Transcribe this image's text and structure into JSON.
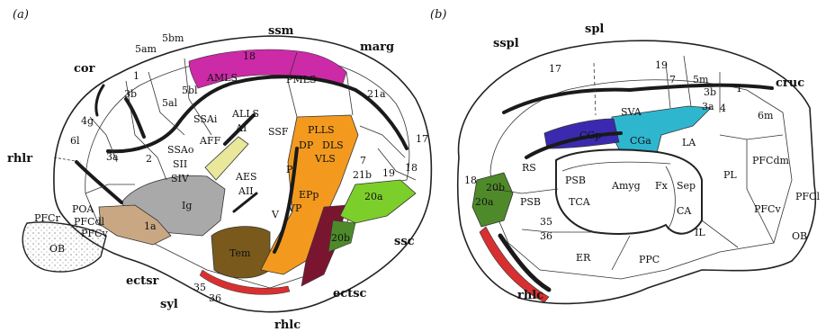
{
  "panels": {
    "a": "(a)",
    "b": "(b)"
  },
  "colors": {
    "magenta": "#cc2aa6",
    "gray": "#a9a9a9",
    "tan": "#c9a783",
    "brown": "#7a5a1c",
    "orange": "#f39a1e",
    "maroon": "#7a1530",
    "green": "#7ccf2a",
    "darkgreen": "#4f8a2a",
    "yellow": "#e8e79a",
    "cyan": "#2fb6cf",
    "indigo": "#3b2ab0",
    "red": "#d83030",
    "stipple": "#f2f2f2"
  },
  "a": {
    "sulci": {
      "cor": "cor",
      "ssm": "ssm",
      "marg": "marg",
      "rhlr": "rhlr",
      "ectsr": "ectsr",
      "syl": "syl",
      "rhlc": "rhlc",
      "ectsc": "ectsc",
      "ssc": "ssc"
    },
    "areas": {
      "5am": "5am",
      "5bm": "5bm",
      "18_top": "18",
      "amls": "AMLS",
      "pmls": "PMLS",
      "21a": "21a",
      "1": "1",
      "3b": "3b",
      "5bl": "5bl",
      "5al": "5al",
      "4g": "4g",
      "6l": "6l",
      "3a": "3a",
      "2": "2",
      "ssai": "SSAi",
      "alls": "ALLS",
      "ai": "AI",
      "aff": "AFF",
      "ssao": "SSAo",
      "sii": "SII",
      "siv": "SIV",
      "ssf": "SSF",
      "plls": "PLLS",
      "dp": "DP",
      "dls": "DLS",
      "vls": "VLS",
      "aes": "AES",
      "aii": "AII",
      "p": "P",
      "epp": "EPp",
      "vp": "VP",
      "v": "V",
      "7": "7",
      "21b": "21b",
      "19": "19",
      "18_right": "18",
      "17": "17",
      "20a": "20a",
      "20b": "20b",
      "poa": "POA",
      "pfccl": "PFCdl",
      "pfcr": "PFCr",
      "pfcv": "PFCv",
      "ob": "OB",
      "1a": "1a",
      "ig": "Ig",
      "tem": "Tem",
      "35": "35",
      "36": "36"
    }
  },
  "b": {
    "sulci": {
      "sspl": "sspl",
      "spl": "spl",
      "cruc": "cruc",
      "rhlc": "rhlc"
    },
    "areas": {
      "17": "17",
      "19": "19",
      "7": "7",
      "5m": "5m",
      "1": "1",
      "3b": "3b",
      "3a": "3a",
      "4": "4",
      "6m": "6m",
      "sva": "SVA",
      "cgp": "CGp",
      "cga": "CGa",
      "la": "LA",
      "rs": "RS",
      "psb1": "PSB",
      "psb2": "PSB",
      "tca": "TCA",
      "amyg": "Amyg",
      "fx": "Fx",
      "sep": "Sep",
      "ca": "CA",
      "il": "IL",
      "pl": "PL",
      "pfcdm": "PFCdm",
      "pfcv": "PFCv",
      "pfcl": "PFCl",
      "ob": "OB",
      "18": "18",
      "20b": "20b",
      "20a": "20a",
      "35": "35",
      "36": "36",
      "er": "ER",
      "ppc": "PPC"
    }
  }
}
